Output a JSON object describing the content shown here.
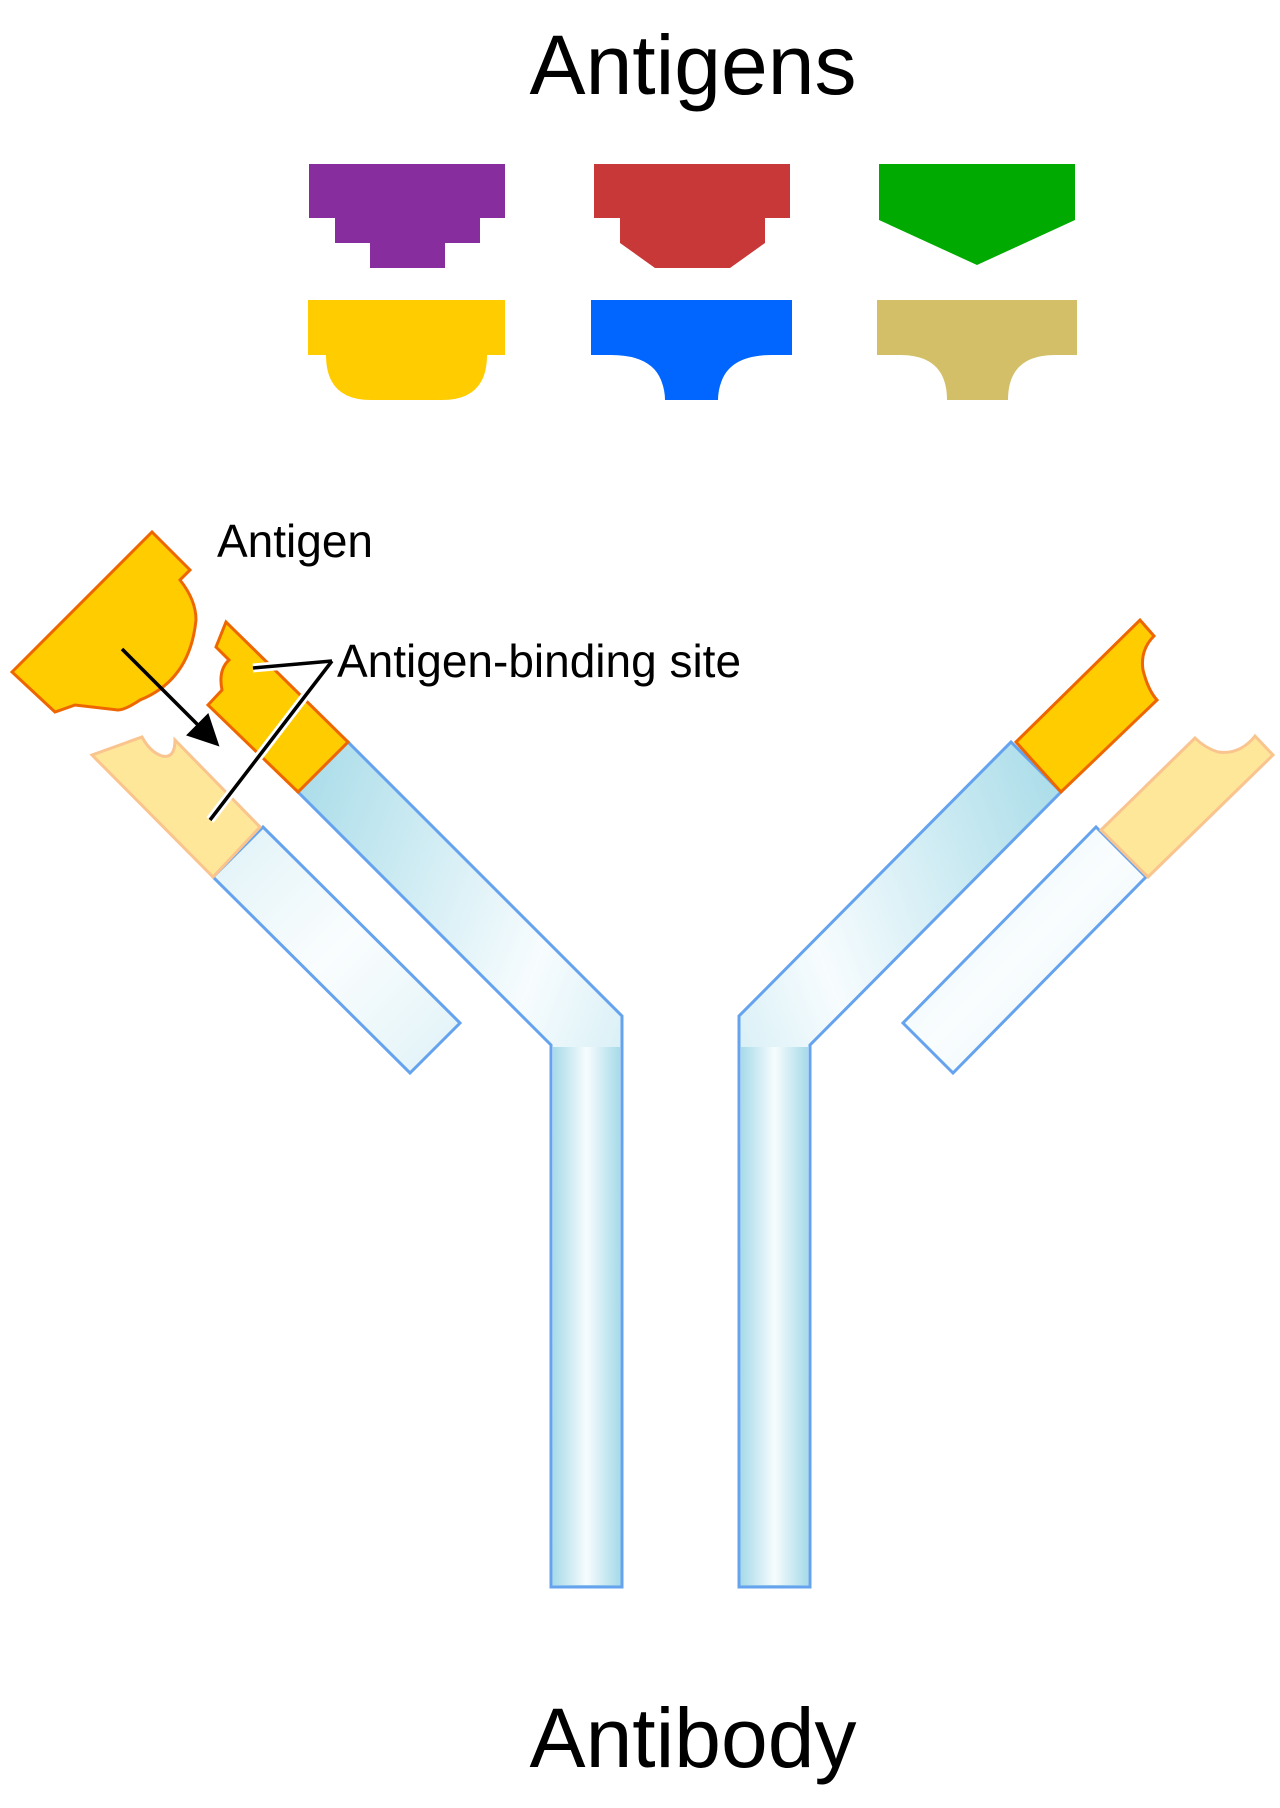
{
  "title": "Antigens",
  "antibody_label": "Antibody",
  "antigen_label": "Antigen",
  "binding_site_label": "Antigen-binding site",
  "antigens": [
    {
      "color": "#882d9e"
    },
    {
      "color": "#c93838"
    },
    {
      "color": "#00aa00"
    },
    {
      "color": "#ffcc00"
    },
    {
      "color": "#0066ff"
    },
    {
      "color": "#d2bf67"
    }
  ],
  "colors": {
    "chain_outline": "#66a3ee",
    "chain_fill_edge": "#aadeea",
    "chain_fill_center": "#f5fbfd",
    "site_fill": "#ffcc00",
    "site_outline": "#ee6600",
    "site_fill_light": "#ffe79a",
    "site_outline_light": "#f9c48d"
  }
}
